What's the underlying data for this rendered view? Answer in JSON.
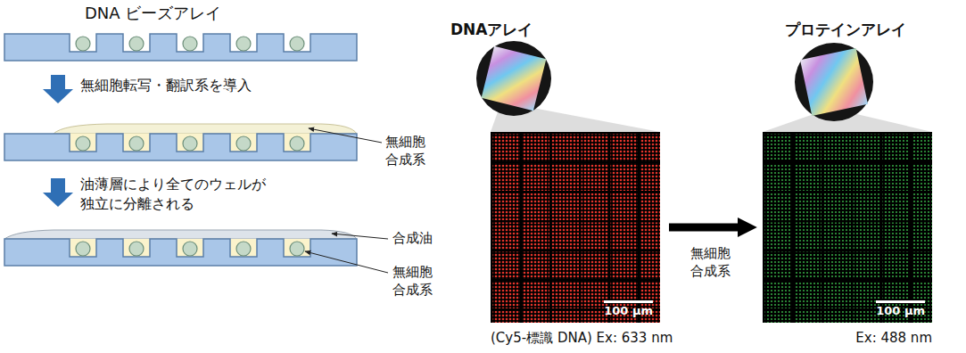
{
  "diagram": {
    "nodes": [
      {
        "text": [
          "DNAアレイ",
          "100 µm",
          "(Cy5-標識 DNA) Ex: 633 nm"
        ]
      },
      {
        "text": [
          "プロテインアレイ",
          "100 µm",
          "Ex: 488 nm"
        ]
      }
    ],
    "edges": [
      {
        "from": 0,
        "to": 1,
        "arrow": "to",
        "label": "無細胞 合成系"
      }
    ],
    "labels": [
      "DNA ビーズアレイ",
      "無細胞転写・翻訳系を導入",
      "無細胞 合成系",
      "油薄層により全てのウェルが 独立に分離される",
      "合成油",
      "無細胞 合成系"
    ]
  }
}
